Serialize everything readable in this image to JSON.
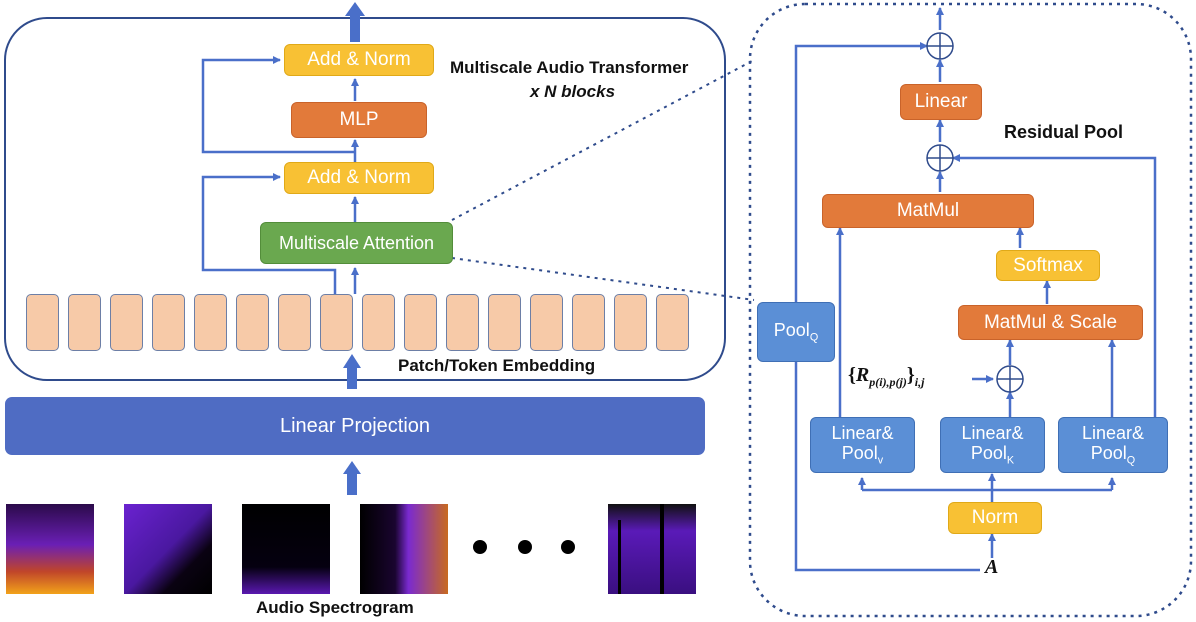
{
  "left": {
    "block_title": "Multiscale Audio Transformer",
    "block_repeat": "x N blocks",
    "add_norm_top": "Add & Norm",
    "mlp": "MLP",
    "add_norm_bottom": "Add & Norm",
    "multiscale_attention": "Multiscale Attention",
    "patch_label": "Patch/Token Embedding",
    "linear_projection": "Linear Projection",
    "spectrogram_label": "Audio Spectrogram"
  },
  "right": {
    "title": "Residual Pool",
    "linear": "Linear",
    "matmul": "MatMul",
    "softmax": "Softmax",
    "matmul_scale": "MatMul & Scale",
    "pool_q_outer": {
      "base": "Pool",
      "sub": "Q"
    },
    "linear_pool_v": {
      "line1": "Linear&",
      "base": "Pool",
      "sub": "v"
    },
    "linear_pool_k": {
      "line1": "Linear&",
      "base": "Pool",
      "sub": "K"
    },
    "linear_pool_q": {
      "line1": "Linear&",
      "base": "Pool",
      "sub": "Q"
    },
    "norm": "Norm",
    "input_symbol": "A",
    "rel_pos": {
      "open": "{",
      "R": "R",
      "sub": "p(i),p(j)",
      "close": "}",
      "idx": "i,j"
    }
  },
  "colors": {
    "arrow": "#4a6fc9",
    "yellow": "#f8c134",
    "orange": "#e27a3a",
    "green": "#6aa84f",
    "blue_box": "#5b8fd6",
    "linear_projection": "#4f6cc3",
    "token": "#f7caa8"
  }
}
